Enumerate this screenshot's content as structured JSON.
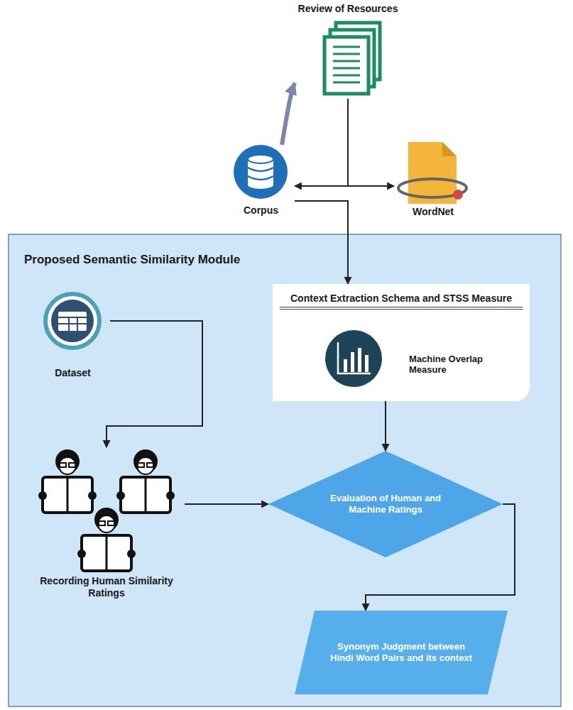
{
  "diagram": {
    "nodes": [
      {
        "text": [
          "Review of Resources"
        ]
      },
      {
        "text": [
          "Corpus"
        ]
      },
      {
        "text": [
          "WordNet"
        ]
      },
      {
        "text": [
          "Proposed Semantic Similarity Module"
        ]
      },
      {
        "text": [
          "Dataset"
        ],
        "in": 3
      },
      {
        "text": [
          "Context Extraction Schema and STSS Measure",
          "Machine Overlap Measure"
        ],
        "in": 3
      },
      {
        "text": [
          "Recording Human Similarity Ratings"
        ],
        "in": 3
      },
      {
        "text": [
          "Evaluation of Human and Machine Ratings"
        ],
        "in": 3
      },
      {
        "text": [
          "Synonym Judgment between Hindi Word Pairs and its context"
        ],
        "in": 3
      }
    ],
    "edges": [
      {
        "from": 1,
        "to": 0,
        "arrow": "to"
      },
      {
        "from": 1,
        "to": 2,
        "arrow": "both"
      },
      {
        "from": 1,
        "to": 5,
        "arrow": "to"
      },
      {
        "from": 4,
        "to": 6,
        "arrow": "to"
      },
      {
        "from": 5,
        "to": 7,
        "arrow": "to"
      },
      {
        "from": 6,
        "to": 7,
        "arrow": "to"
      },
      {
        "from": 7,
        "to": 8,
        "arrow": "to"
      }
    ]
  }
}
